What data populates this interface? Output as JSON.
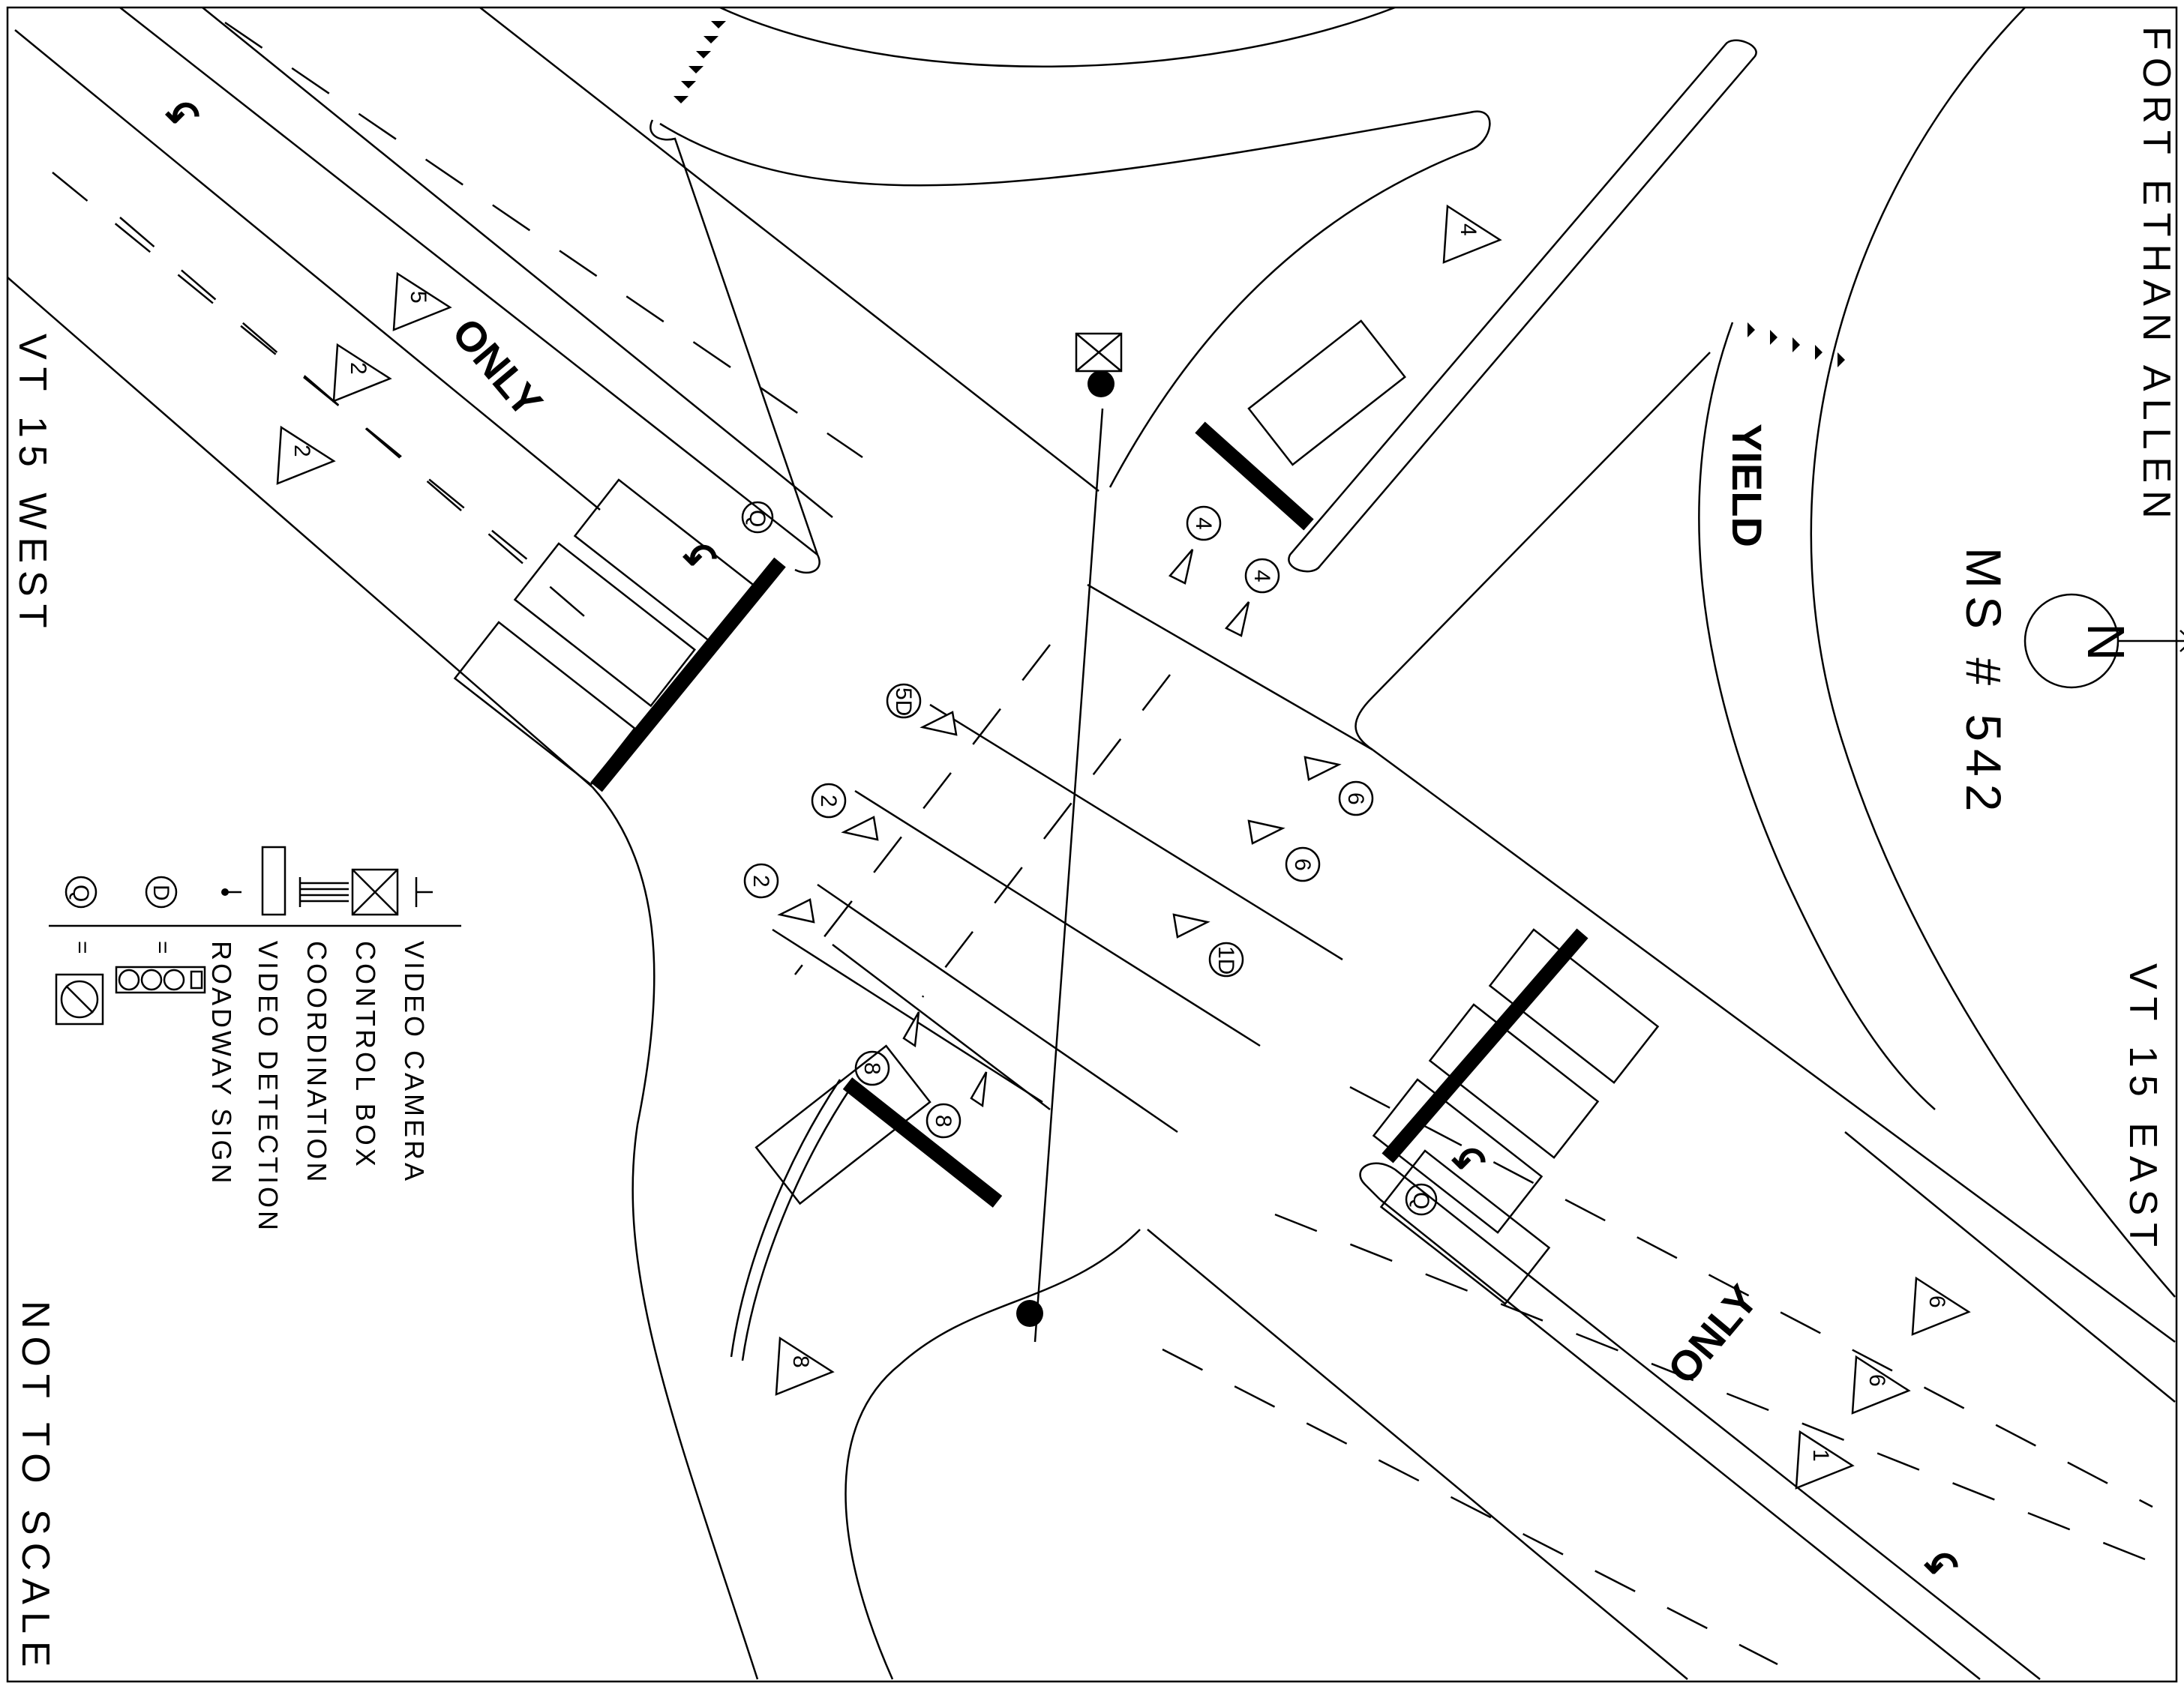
{
  "labels": {
    "fort_ethan_allen": "FORT ETHAN ALLEN",
    "ms_number": "MS # 542",
    "north_letter": "N",
    "vt15_west": "VT 15 WEST",
    "vt15_east": "VT 15 EAST",
    "not_to_scale": "NOT TO SCALE"
  },
  "pavement_markings": {
    "only_nw": "ONLY",
    "only_se": "ONLY",
    "yield": "YIELD"
  },
  "legend": {
    "items": [
      {
        "symbol": "video-camera",
        "label": "VIDEO CAMERA"
      },
      {
        "symbol": "control-box",
        "label": "CONTROL BOX"
      },
      {
        "symbol": "coordination",
        "label": "COORDINATION"
      },
      {
        "symbol": "video-detection",
        "label": "VIDEO DETECTION"
      },
      {
        "symbol": "roadway-sign",
        "label": "ROADWAY SIGN"
      }
    ],
    "signal_head_eq": "=",
    "sign_eq": "="
  },
  "phase_triangles": [
    "5",
    "2",
    "2",
    "4",
    "8",
    "6",
    "6",
    "1"
  ],
  "signal_heads": [
    "5D",
    "2",
    "2",
    "4",
    "4",
    "6",
    "6",
    "1D",
    "8",
    "8",
    "Q",
    "Q"
  ],
  "colors": {
    "ink": "#000000",
    "background": "#ffffff"
  }
}
